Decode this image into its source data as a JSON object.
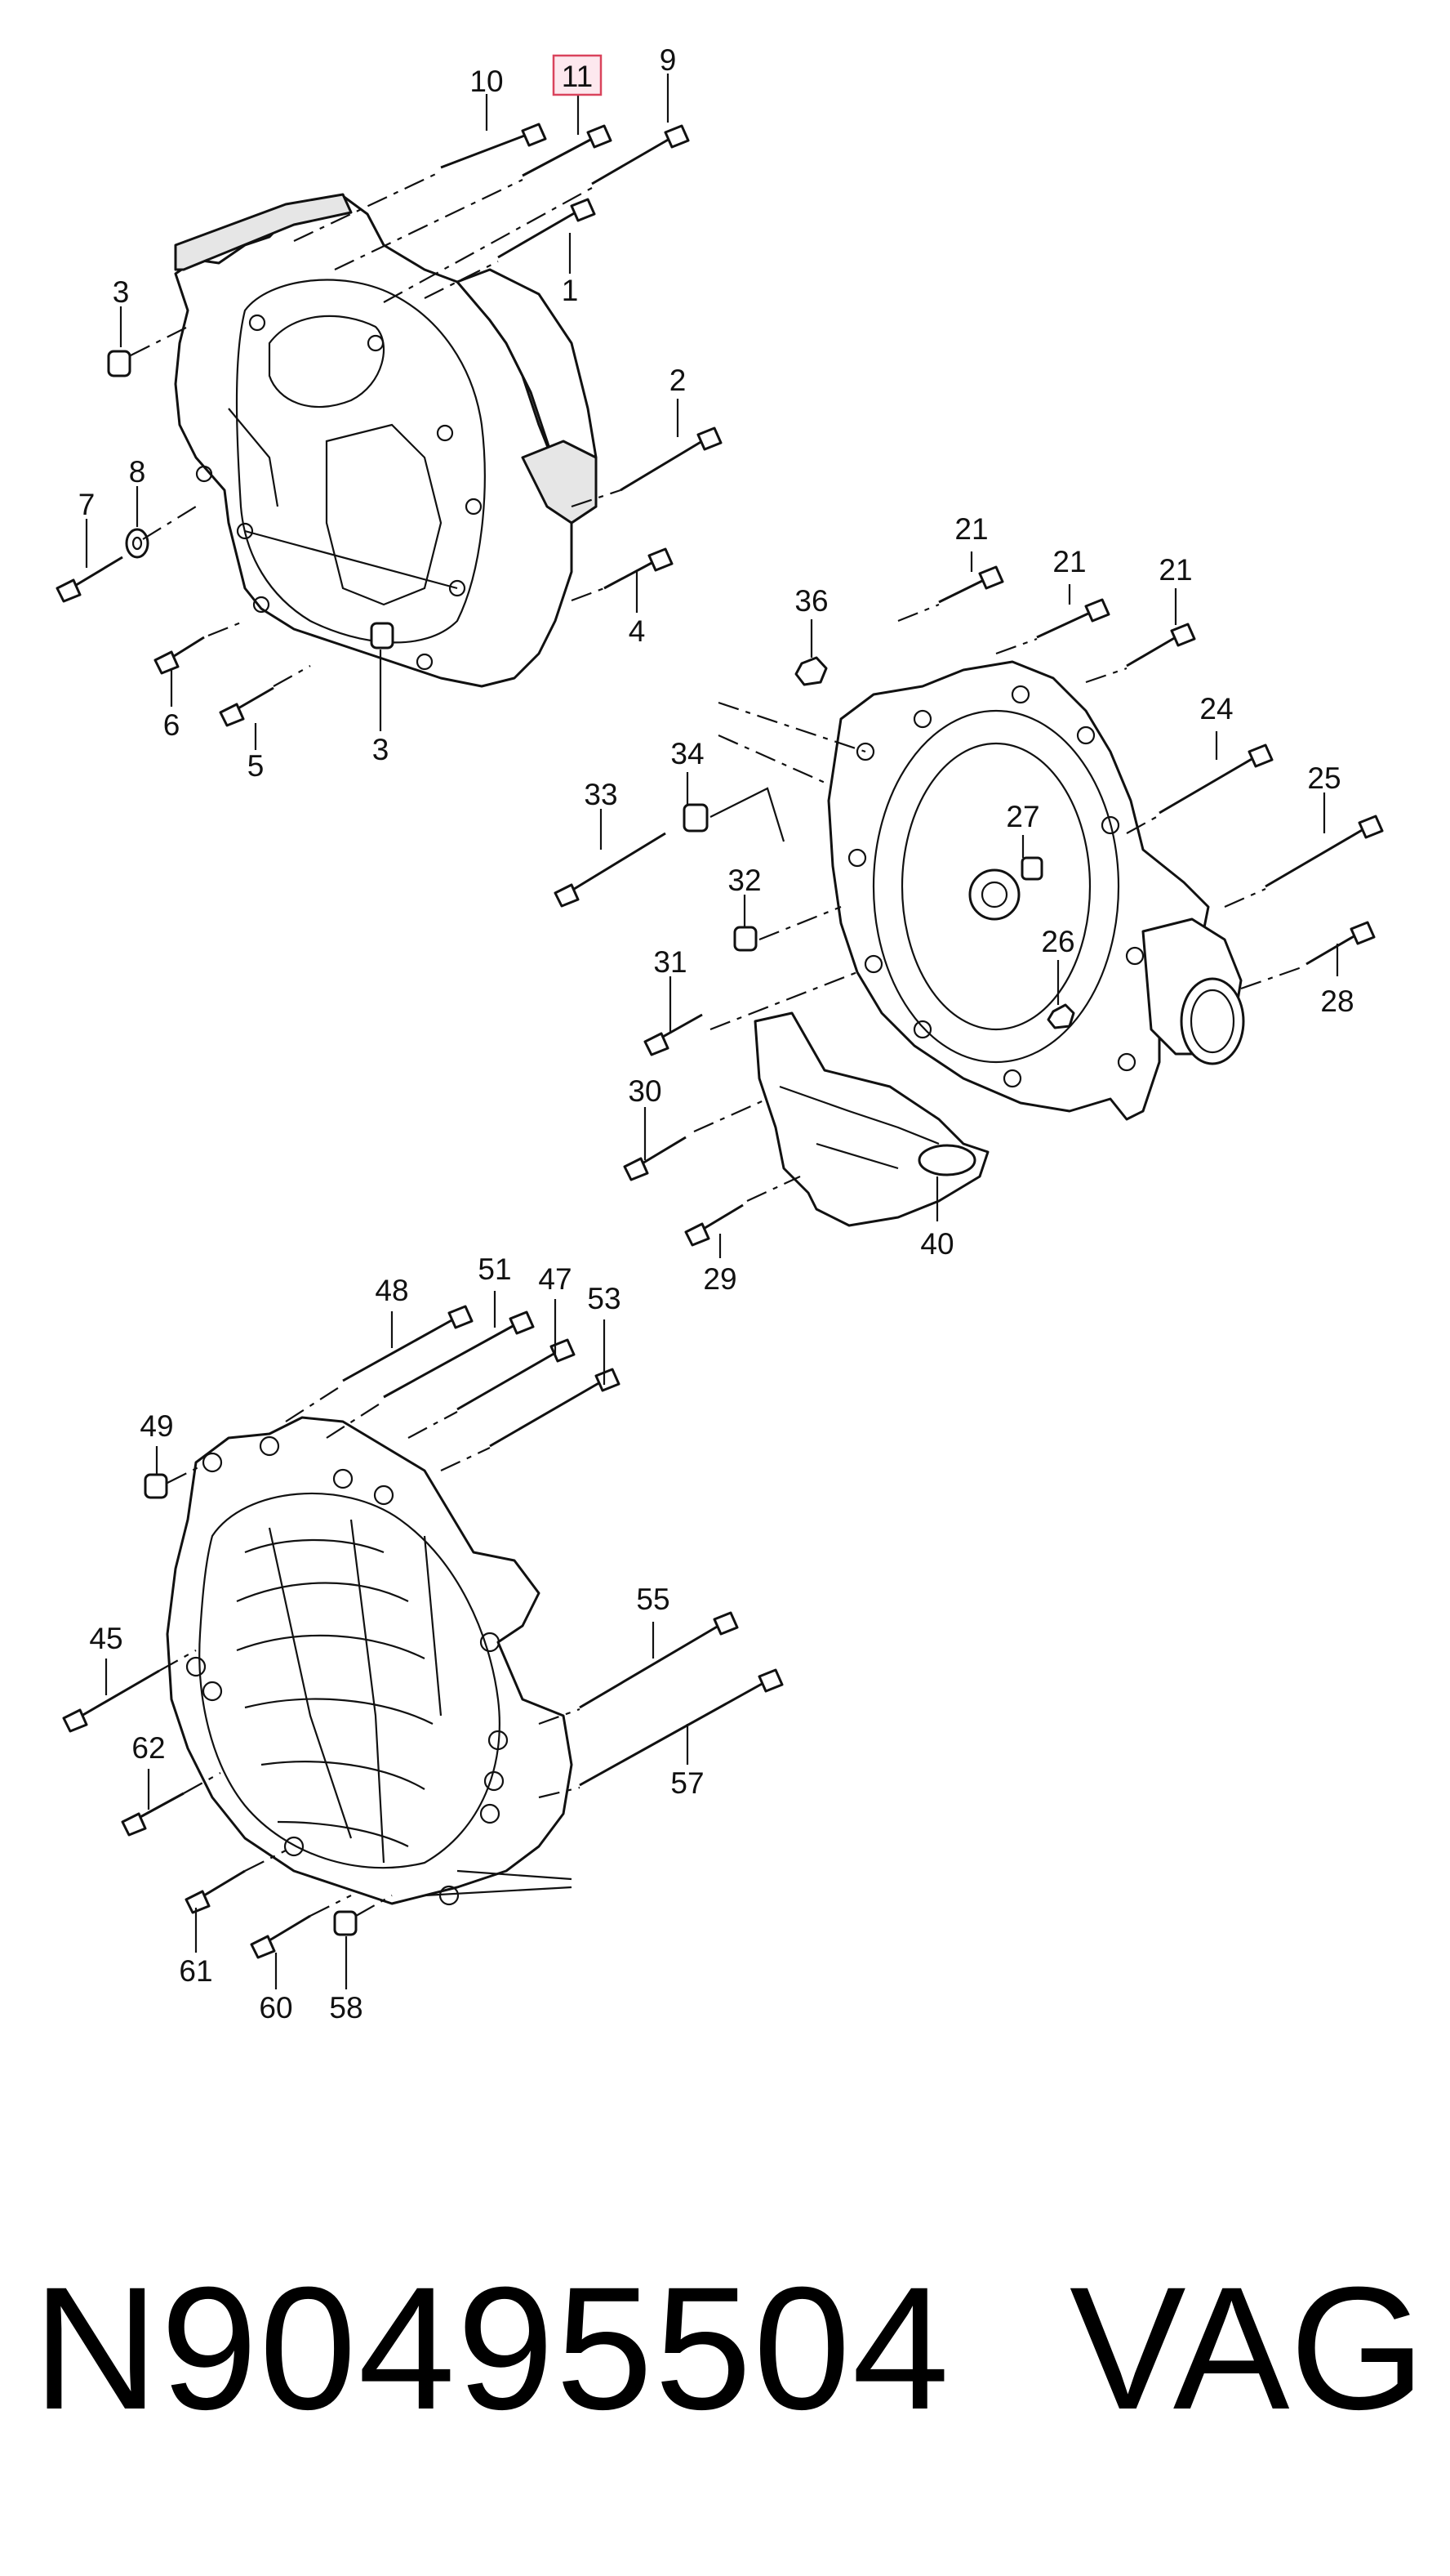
{
  "part_number": "N90495504",
  "brand": "VAG",
  "highlighted_label": "11",
  "callouts_top": [
    "10",
    "11",
    "9",
    "1",
    "3",
    "2",
    "8",
    "7",
    "4",
    "6",
    "5",
    "3"
  ],
  "callouts_middle": [
    "21",
    "21",
    "21",
    "36",
    "24",
    "34",
    "33",
    "25",
    "27",
    "32",
    "26",
    "31",
    "28",
    "30",
    "40",
    "29"
  ],
  "callouts_bottom": [
    "48",
    "51",
    "47",
    "53",
    "49",
    "55",
    "45",
    "62",
    "57",
    "61",
    "60",
    "58"
  ]
}
